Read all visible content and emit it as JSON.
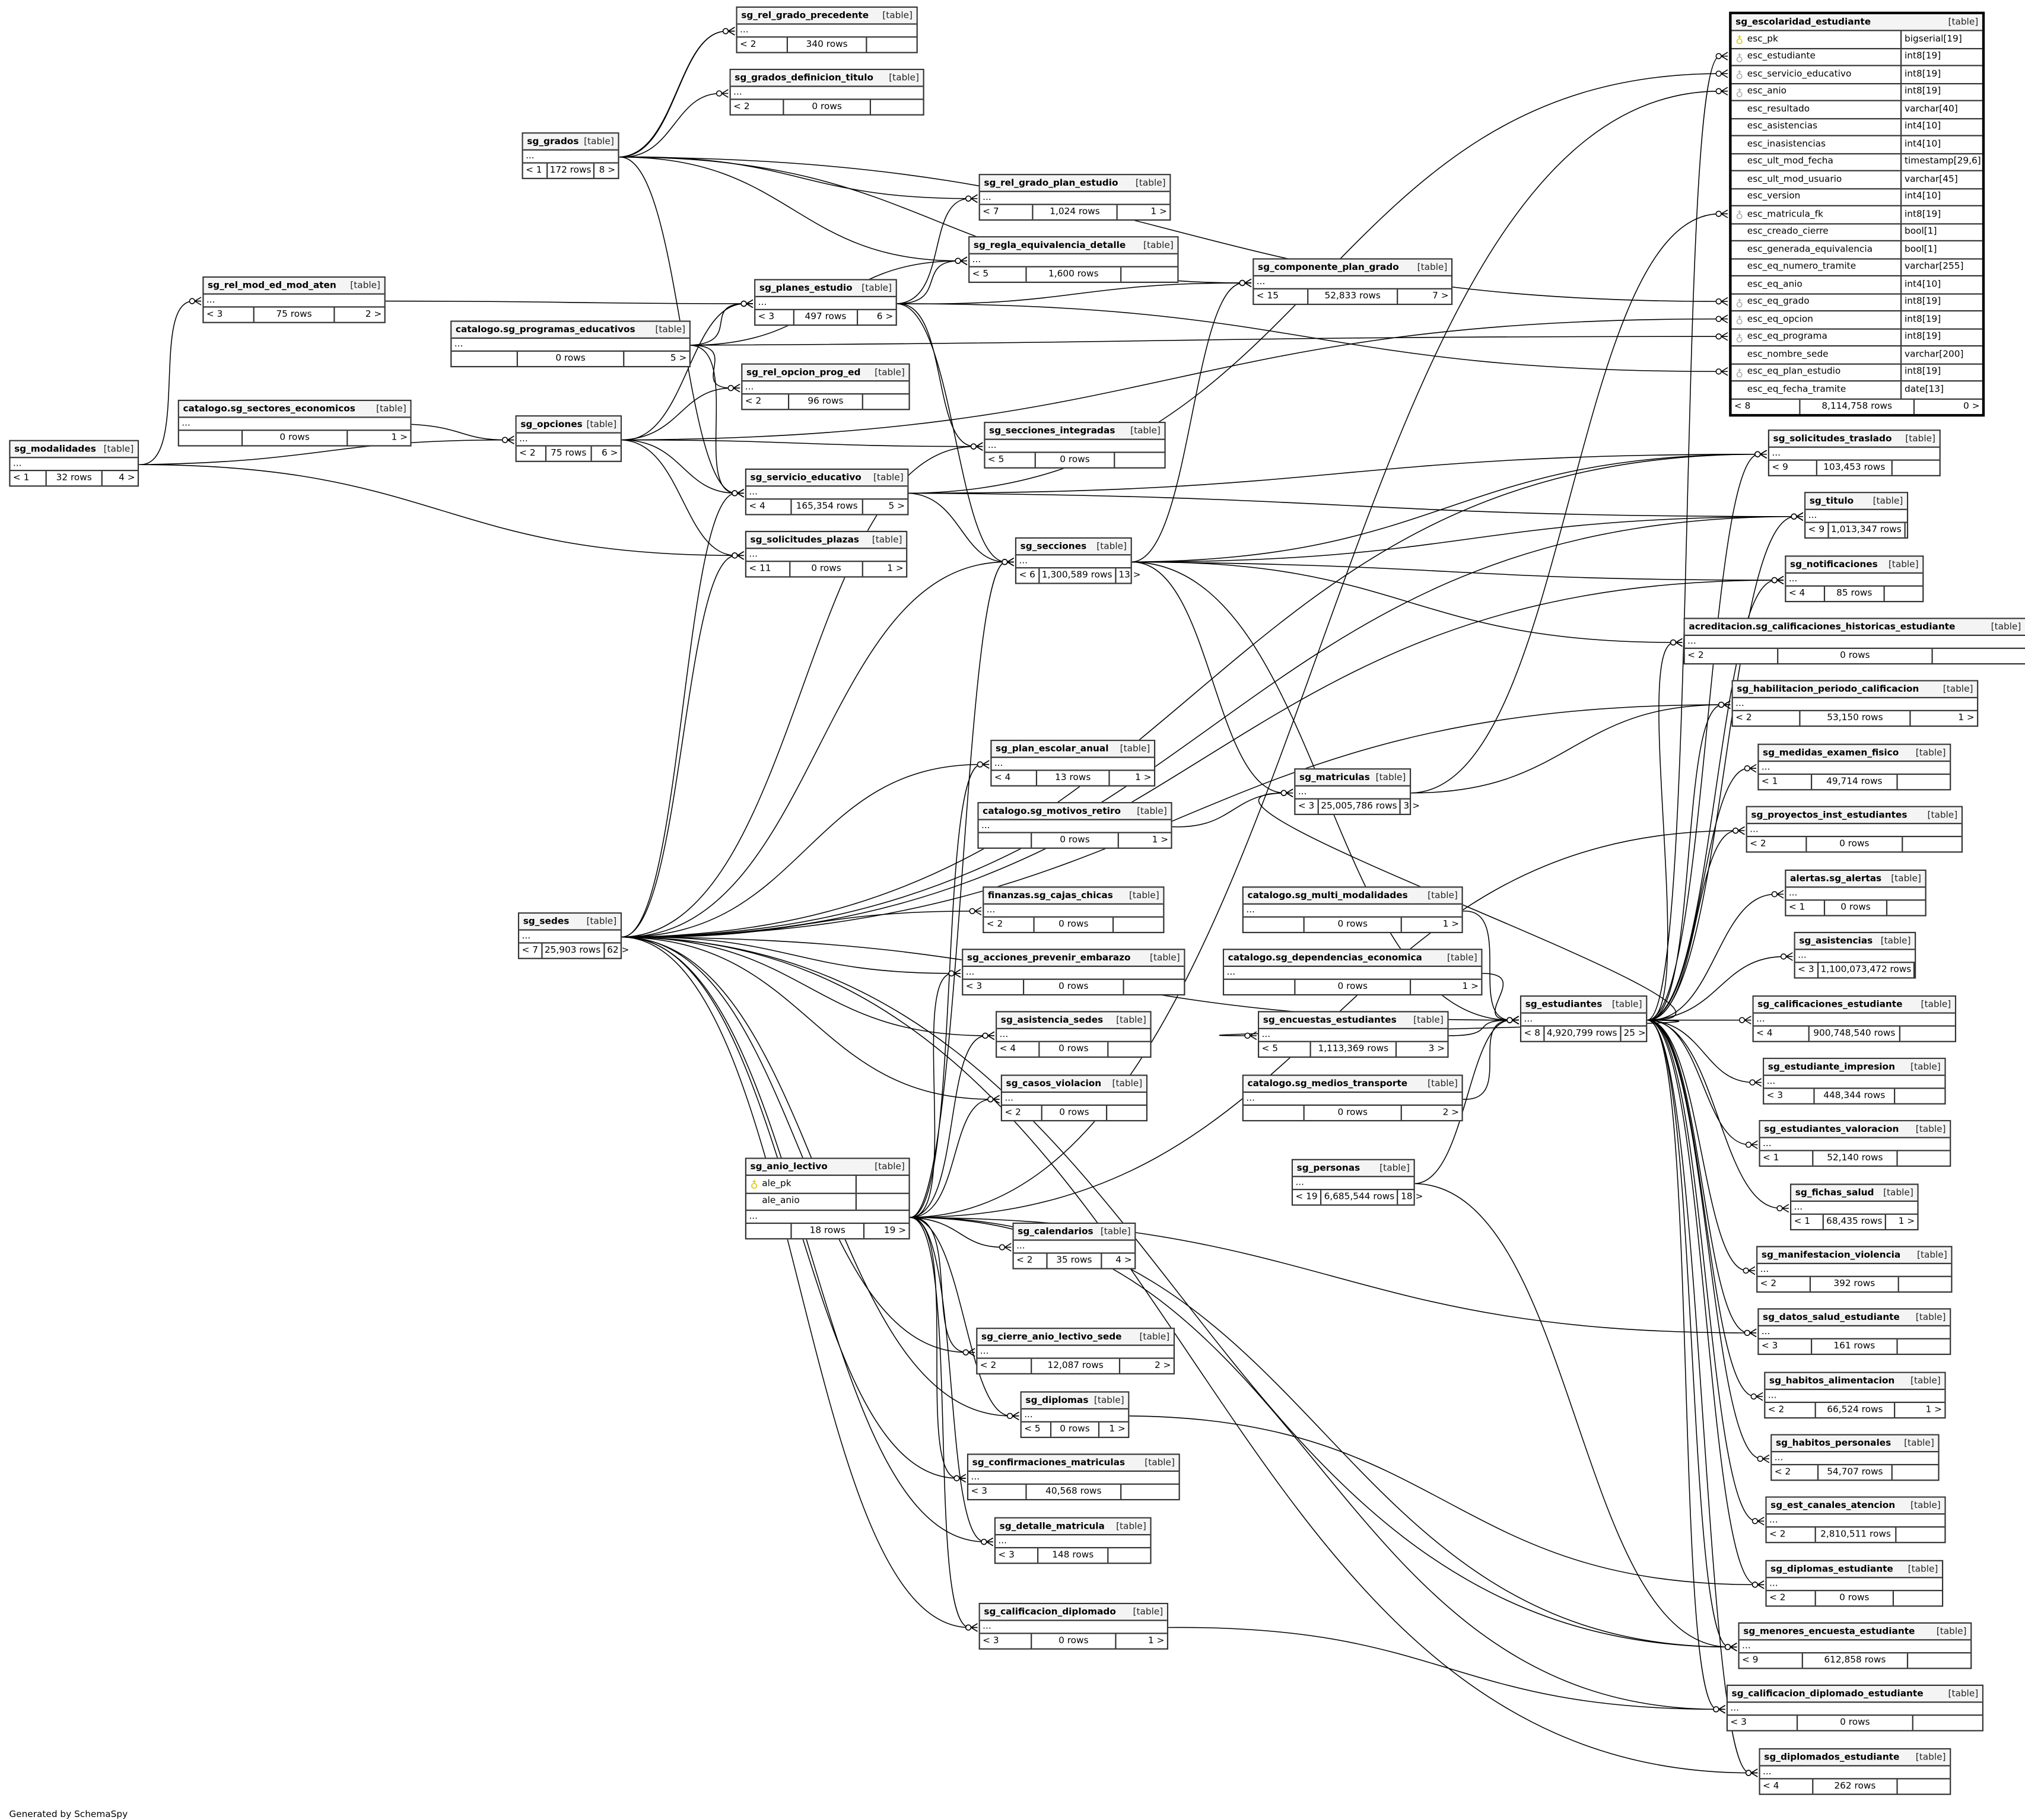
{
  "more_label": "...",
  "table_kind": "[table]",
  "generated_by": "Generated by SchemaSpy",
  "tables": [
    {
      "name": "sg_rel_grado_precedente",
      "footer": {
        "left": "< 2",
        "rows": "340 rows",
        "right": ""
      }
    },
    {
      "name": "sg_grados_definicion_titulo",
      "footer": {
        "left": "< 2",
        "rows": "0 rows",
        "right": ""
      }
    },
    {
      "name": "sg_grados",
      "footer": {
        "left": "< 1",
        "rows": "172 rows",
        "right": "8 >"
      }
    },
    {
      "name": "sg_rel_grado_plan_estudio",
      "footer": {
        "left": "< 7",
        "rows": "1,024 rows",
        "right": "1 >"
      }
    },
    {
      "name": "sg_regla_equivalencia_detalle",
      "footer": {
        "left": "< 5",
        "rows": "1,600 rows",
        "right": ""
      }
    },
    {
      "name": "sg_componente_plan_grado",
      "footer": {
        "left": "< 15",
        "rows": "52,833 rows",
        "right": "7 >"
      }
    },
    {
      "name": "sg_rel_mod_ed_mod_aten",
      "footer": {
        "left": "< 3",
        "rows": "75 rows",
        "right": "2 >"
      }
    },
    {
      "name": "sg_planes_estudio",
      "footer": {
        "left": "< 3",
        "rows": "497 rows",
        "right": "6 >"
      }
    },
    {
      "name": "catalogo.sg_programas_educativos",
      "footer": {
        "left": "",
        "rows": "0 rows",
        "right": "5 >"
      }
    },
    {
      "name": "sg_rel_opcion_prog_ed",
      "footer": {
        "left": "< 2",
        "rows": "96 rows",
        "right": ""
      }
    },
    {
      "name": "catalogo.sg_sectores_economicos",
      "footer": {
        "left": "",
        "rows": "0 rows",
        "right": "1 >"
      }
    },
    {
      "name": "sg_opciones",
      "footer": {
        "left": "< 2",
        "rows": "75 rows",
        "right": "6 >"
      }
    },
    {
      "name": "sg_secciones_integradas",
      "footer": {
        "left": "< 5",
        "rows": "0 rows",
        "right": ""
      }
    },
    {
      "name": "sg_modalidades",
      "footer": {
        "left": "< 1",
        "rows": "32 rows",
        "right": "4 >"
      }
    },
    {
      "name": "sg_servicio_educativo",
      "footer": {
        "left": "< 4",
        "rows": "165,354 rows",
        "right": "5 >"
      }
    },
    {
      "name": "sg_solicitudes_plazas",
      "footer": {
        "left": "< 11",
        "rows": "0 rows",
        "right": "1 >"
      }
    },
    {
      "name": "sg_secciones",
      "footer": {
        "left": "< 6",
        "rows": "1,300,589 rows",
        "right": "13 >"
      }
    },
    {
      "name": "sg_escolaridad_estudiante",
      "focus": true,
      "columns": [
        {
          "name": "esc_pk",
          "type": "bigserial[19]",
          "key": "pk"
        },
        {
          "name": "esc_estudiante",
          "type": "int8[19]",
          "key": "fk"
        },
        {
          "name": "esc_servicio_educativo",
          "type": "int8[19]",
          "key": "fk"
        },
        {
          "name": "esc_anio",
          "type": "int8[19]",
          "key": "fk"
        },
        {
          "name": "esc_resultado",
          "type": "varchar[40]",
          "key": ""
        },
        {
          "name": "esc_asistencias",
          "type": "int4[10]",
          "key": ""
        },
        {
          "name": "esc_inasistencias",
          "type": "int4[10]",
          "key": ""
        },
        {
          "name": "esc_ult_mod_fecha",
          "type": "timestamp[29,6]",
          "key": ""
        },
        {
          "name": "esc_ult_mod_usuario",
          "type": "varchar[45]",
          "key": ""
        },
        {
          "name": "esc_version",
          "type": "int4[10]",
          "key": ""
        },
        {
          "name": "esc_matricula_fk",
          "type": "int8[19]",
          "key": "fk"
        },
        {
          "name": "esc_creado_cierre",
          "type": "bool[1]",
          "key": ""
        },
        {
          "name": "esc_generada_equivalencia",
          "type": "bool[1]",
          "key": ""
        },
        {
          "name": "esc_eq_numero_tramite",
          "type": "varchar[255]",
          "key": ""
        },
        {
          "name": "esc_eq_anio",
          "type": "int4[10]",
          "key": ""
        },
        {
          "name": "esc_eq_grado",
          "type": "int8[19]",
          "key": "fk"
        },
        {
          "name": "esc_eq_opcion",
          "type": "int8[19]",
          "key": "fk"
        },
        {
          "name": "esc_eq_programa",
          "type": "int8[19]",
          "key": "fk"
        },
        {
          "name": "esc_nombre_sede",
          "type": "varchar[200]",
          "key": ""
        },
        {
          "name": "esc_eq_plan_estudio",
          "type": "int8[19]",
          "key": "fk"
        },
        {
          "name": "esc_eq_fecha_tramite",
          "type": "date[13]",
          "key": ""
        }
      ],
      "footer": {
        "left": "< 8",
        "rows": "8,114,758 rows",
        "right": "0 >"
      }
    },
    {
      "name": "sg_solicitudes_traslado",
      "footer": {
        "left": "< 9",
        "rows": "103,453 rows",
        "right": ""
      }
    },
    {
      "name": "sg_titulo",
      "footer": {
        "left": "< 9",
        "rows": "1,013,347 rows",
        "right": ""
      }
    },
    {
      "name": "sg_notificaciones",
      "footer": {
        "left": "< 4",
        "rows": "85 rows",
        "right": ""
      }
    },
    {
      "name": "acreditacion.sg_calificaciones_historicas_estudiante",
      "footer": {
        "left": "< 2",
        "rows": "0 rows",
        "right": ""
      }
    },
    {
      "name": "sg_habilitacion_periodo_calificacion",
      "footer": {
        "left": "< 2",
        "rows": "53,150 rows",
        "right": "1 >"
      }
    },
    {
      "name": "sg_medidas_examen_fisico",
      "footer": {
        "left": "< 1",
        "rows": "49,714 rows",
        "right": ""
      }
    },
    {
      "name": "sg_proyectos_inst_estudiantes",
      "footer": {
        "left": "< 2",
        "rows": "0 rows",
        "right": ""
      }
    },
    {
      "name": "alertas.sg_alertas",
      "footer": {
        "left": "< 1",
        "rows": "0 rows",
        "right": ""
      }
    },
    {
      "name": "sg_asistencias",
      "footer": {
        "left": "< 3",
        "rows": "1,100,073,472 rows",
        "right": ""
      }
    },
    {
      "name": "sg_calificaciones_estudiante",
      "footer": {
        "left": "< 4",
        "rows": "900,748,540 rows",
        "right": ""
      }
    },
    {
      "name": "sg_estudiante_impresion",
      "footer": {
        "left": "< 3",
        "rows": "448,344 rows",
        "right": ""
      }
    },
    {
      "name": "sg_estudiantes_valoracion",
      "footer": {
        "left": "< 1",
        "rows": "52,140 rows",
        "right": ""
      }
    },
    {
      "name": "sg_fichas_salud",
      "footer": {
        "left": "< 1",
        "rows": "68,435 rows",
        "right": "1 >"
      }
    },
    {
      "name": "sg_manifestacion_violencia",
      "footer": {
        "left": "< 2",
        "rows": "392 rows",
        "right": ""
      }
    },
    {
      "name": "sg_datos_salud_estudiante",
      "footer": {
        "left": "< 3",
        "rows": "161 rows",
        "right": ""
      }
    },
    {
      "name": "sg_habitos_alimentacion",
      "footer": {
        "left": "< 2",
        "rows": "66,524 rows",
        "right": "1 >"
      }
    },
    {
      "name": "sg_habitos_personales",
      "footer": {
        "left": "< 2",
        "rows": "54,707 rows",
        "right": ""
      }
    },
    {
      "name": "sg_est_canales_atencion",
      "footer": {
        "left": "< 2",
        "rows": "2,810,511 rows",
        "right": ""
      }
    },
    {
      "name": "sg_diplomas_estudiante",
      "footer": {
        "left": "< 2",
        "rows": "0 rows",
        "right": ""
      }
    },
    {
      "name": "sg_menores_encuesta_estudiante",
      "footer": {
        "left": "< 9",
        "rows": "612,858 rows",
        "right": ""
      }
    },
    {
      "name": "sg_calificacion_diplomado_estudiante",
      "footer": {
        "left": "< 3",
        "rows": "0 rows",
        "right": ""
      }
    },
    {
      "name": "sg_diplomados_estudiante",
      "footer": {
        "left": "< 4",
        "rows": "262 rows",
        "right": ""
      }
    },
    {
      "name": "sg_plan_escolar_anual",
      "footer": {
        "left": "< 4",
        "rows": "13 rows",
        "right": "1 >"
      }
    },
    {
      "name": "catalogo.sg_motivos_retiro",
      "footer": {
        "left": "",
        "rows": "0 rows",
        "right": "1 >"
      }
    },
    {
      "name": "sg_matriculas",
      "footer": {
        "left": "< 3",
        "rows": "25,005,786 rows",
        "right": "3 >"
      }
    },
    {
      "name": "finanzas.sg_cajas_chicas",
      "footer": {
        "left": "< 2",
        "rows": "0 rows",
        "right": ""
      }
    },
    {
      "name": "sg_acciones_prevenir_embarazo",
      "footer": {
        "left": "< 3",
        "rows": "0 rows",
        "right": ""
      }
    },
    {
      "name": "sg_asistencia_sedes",
      "footer": {
        "left": "< 4",
        "rows": "0 rows",
        "right": ""
      }
    },
    {
      "name": "sg_casos_violacion",
      "footer": {
        "left": "< 2",
        "rows": "0 rows",
        "right": ""
      }
    },
    {
      "name": "catalogo.sg_multi_modalidades",
      "footer": {
        "left": "",
        "rows": "0 rows",
        "right": "1 >"
      }
    },
    {
      "name": "catalogo.sg_dependencias_economica",
      "footer": {
        "left": "",
        "rows": "0 rows",
        "right": "1 >"
      }
    },
    {
      "name": "sg_encuestas_estudiantes",
      "footer": {
        "left": "< 5",
        "rows": "1,113,369 rows",
        "right": "3 >"
      }
    },
    {
      "name": "catalogo.sg_medios_transporte",
      "footer": {
        "left": "",
        "rows": "0 rows",
        "right": "2 >"
      }
    },
    {
      "name": "sg_estudiantes",
      "footer": {
        "left": "< 8",
        "rows": "4,920,799 rows",
        "right": "25 >"
      }
    },
    {
      "name": "sg_sedes",
      "footer": {
        "left": "< 7",
        "rows": "25,903 rows",
        "right": "62 >"
      }
    },
    {
      "name": "sg_anio_lectivo",
      "columns": [
        {
          "name": "ale_pk",
          "type": "",
          "key": "pk"
        },
        {
          "name": "ale_anio",
          "type": "",
          "key": ""
        }
      ],
      "footer": {
        "left": "",
        "rows": "18 rows",
        "right": "19 >"
      }
    },
    {
      "name": "sg_personas",
      "footer": {
        "left": "< 19",
        "rows": "6,685,544 rows",
        "right": "18 >"
      }
    },
    {
      "name": "sg_calendarios",
      "footer": {
        "left": "< 2",
        "rows": "35 rows",
        "right": "4 >"
      }
    },
    {
      "name": "sg_cierre_anio_lectivo_sede",
      "footer": {
        "left": "< 2",
        "rows": "12,087 rows",
        "right": "2 >"
      }
    },
    {
      "name": "sg_diplomas",
      "footer": {
        "left": "< 5",
        "rows": "0 rows",
        "right": "1 >"
      }
    },
    {
      "name": "sg_confirmaciones_matriculas",
      "footer": {
        "left": "< 3",
        "rows": "40,568 rows",
        "right": ""
      }
    },
    {
      "name": "sg_detalle_matricula",
      "footer": {
        "left": "< 3",
        "rows": "148 rows",
        "right": ""
      }
    },
    {
      "name": "sg_calificacion_diplomado",
      "footer": {
        "left": "< 3",
        "rows": "0 rows",
        "right": "1 >"
      }
    }
  ]
}
